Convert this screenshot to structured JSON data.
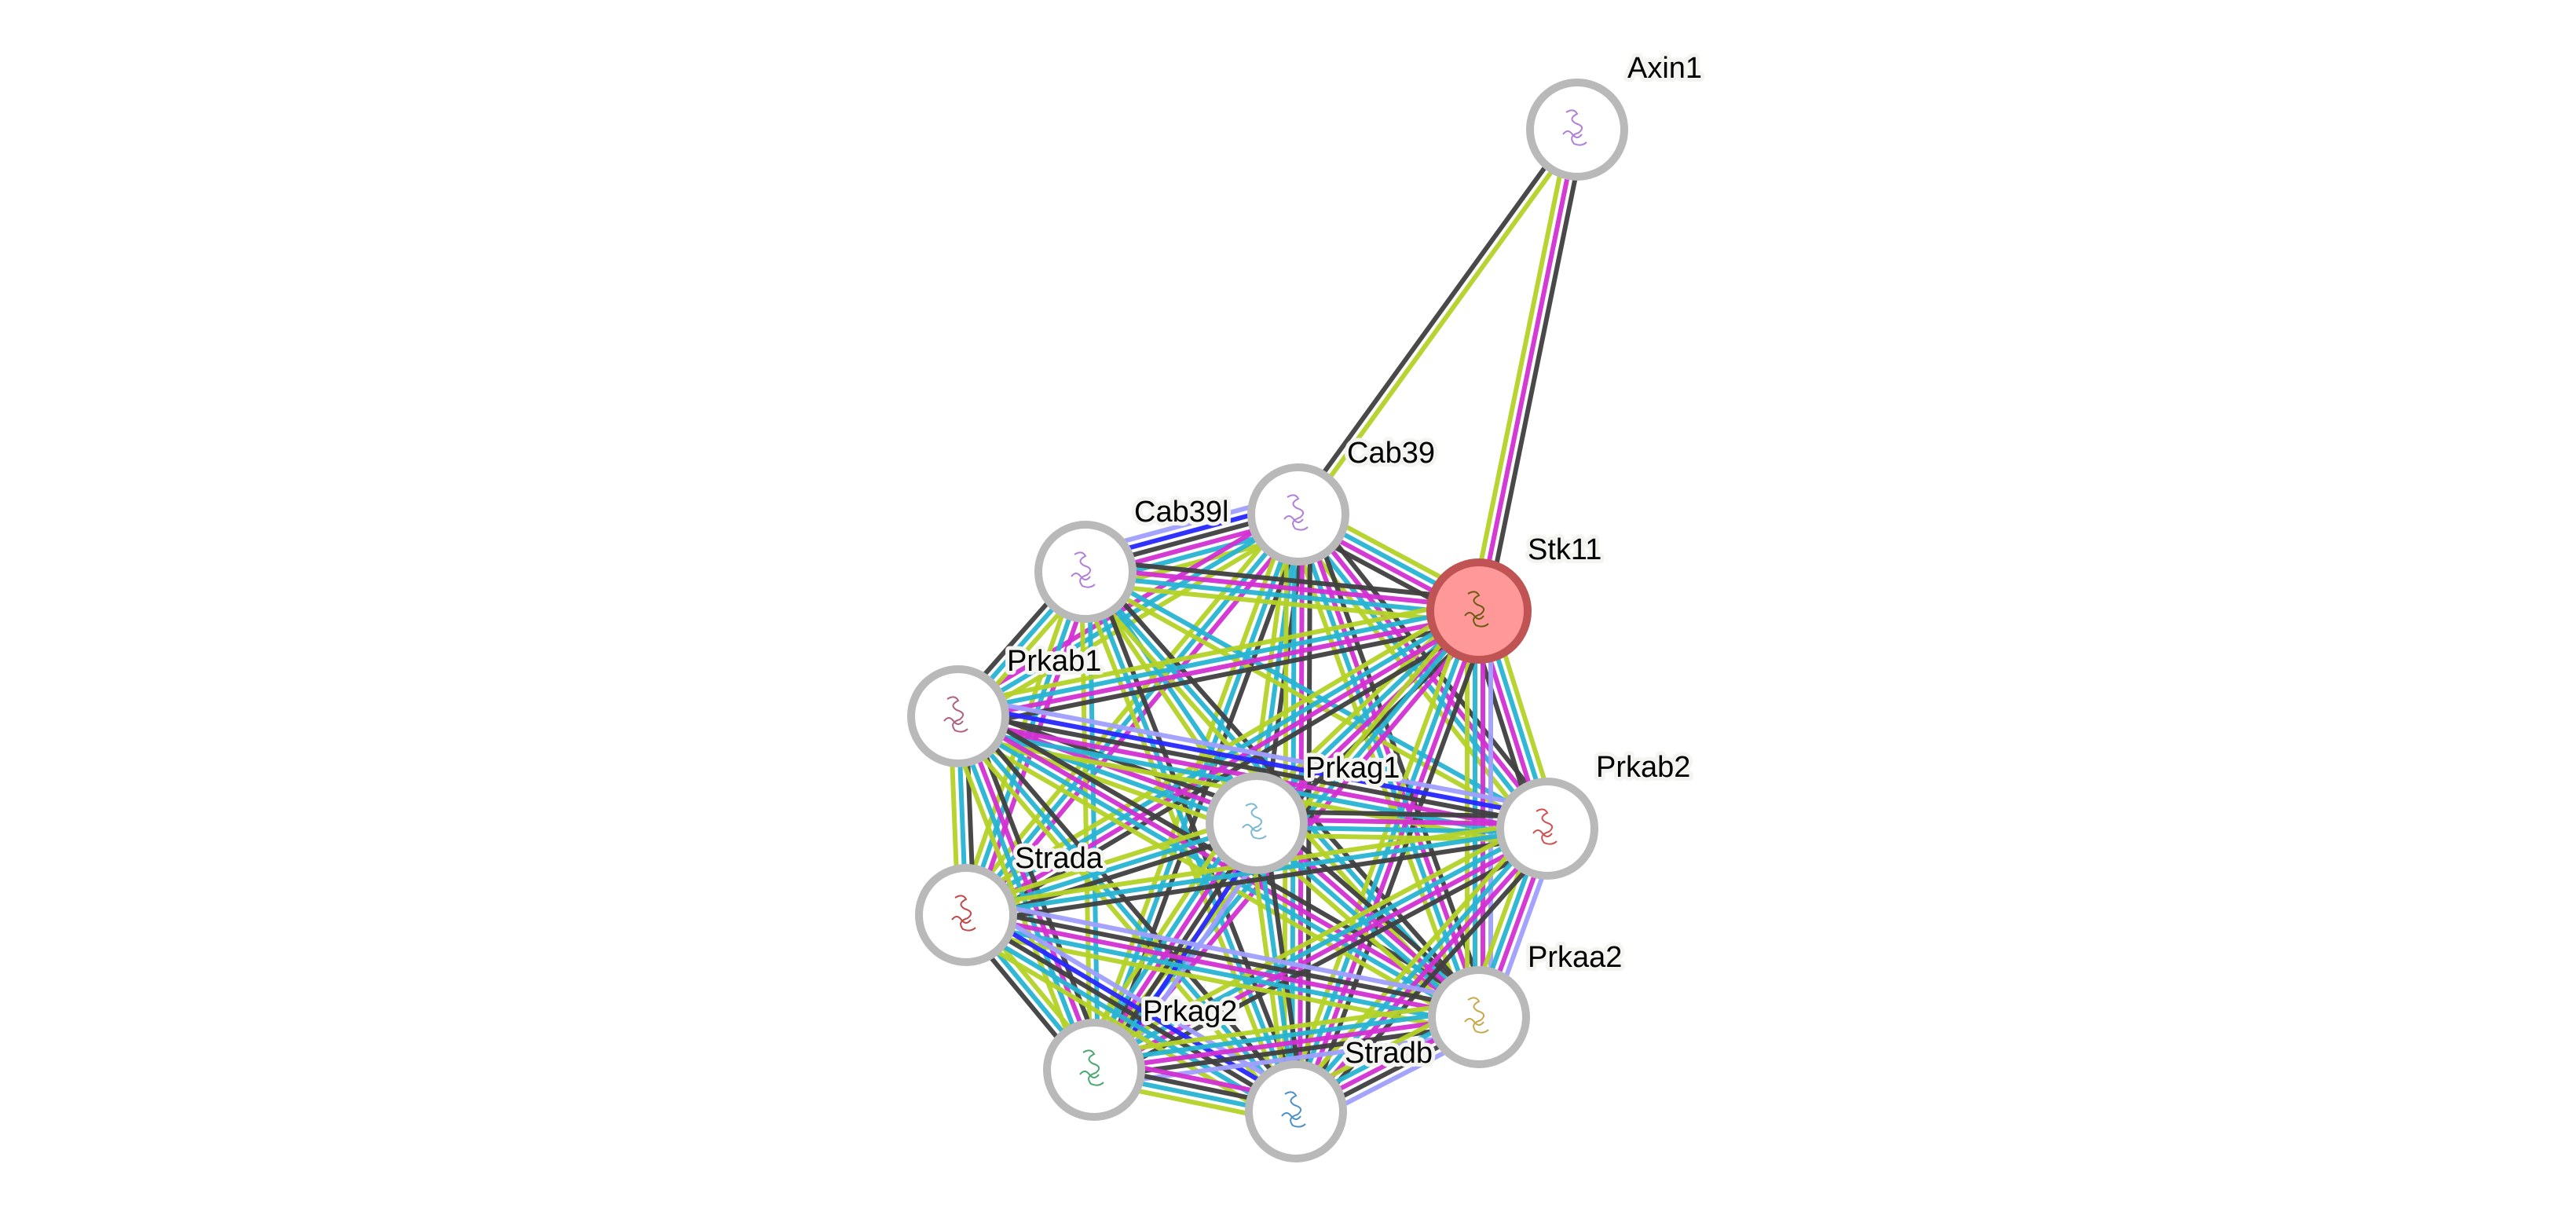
{
  "network": {
    "type": "protein-interaction-network",
    "evidence_colors": {
      "textmining": "#b4d228",
      "coexpression": "#404040",
      "experiments": "#d230d2",
      "databases": "#28b4d2",
      "homology": "#a0a0ff",
      "cooccurrence": "#2828ff"
    },
    "node_style": {
      "ring_color": "#b9b9b9",
      "query_fill": "#ff9999",
      "query_ring": "#c05454"
    },
    "nodes": [
      {
        "id": "Axin1",
        "label": "Axin1",
        "query": false,
        "structure_color": "#b07fd8"
      },
      {
        "id": "Cab39",
        "label": "Cab39",
        "query": false,
        "structure_color": "#b07fd8"
      },
      {
        "id": "Cab39l",
        "label": "Cab39l",
        "query": false,
        "structure_color": "#b07fd8"
      },
      {
        "id": "Stk11",
        "label": "Stk11",
        "query": true,
        "structure_color": "#6b5a10"
      },
      {
        "id": "Prkab1",
        "label": "Prkab1",
        "query": false,
        "structure_color": "#b06080"
      },
      {
        "id": "Prkag1",
        "label": "Prkag1",
        "query": false,
        "structure_color": "#7ab8d4"
      },
      {
        "id": "Prkab2",
        "label": "Prkab2",
        "query": false,
        "structure_color": "#d05050"
      },
      {
        "id": "Strada",
        "label": "Strada",
        "query": false,
        "structure_color": "#c04848"
      },
      {
        "id": "Prkaa2",
        "label": "Prkaa2",
        "query": false,
        "structure_color": "#c8a84a"
      },
      {
        "id": "Prkag2",
        "label": "Prkag2",
        "query": false,
        "structure_color": "#4aa870"
      },
      {
        "id": "Stradb",
        "label": "Stradb",
        "query": false,
        "structure_color": "#4a90c8"
      }
    ],
    "edges": [
      {
        "source": "Axin1",
        "target": "Cab39",
        "evidence": [
          "textmining",
          "coexpression"
        ]
      },
      {
        "source": "Axin1",
        "target": "Stk11",
        "evidence": [
          "coexpression",
          "experiments",
          "textmining"
        ]
      },
      {
        "source": "Cab39l",
        "target": "Cab39",
        "evidence": [
          "homology",
          "cooccurrence",
          "coexpression",
          "experiments",
          "databases",
          "textmining"
        ]
      },
      {
        "source": "Cab39",
        "target": "Stk11",
        "evidence": [
          "textmining",
          "databases",
          "experiments",
          "coexpression"
        ]
      },
      {
        "source": "Cab39",
        "target": "Prkab1",
        "evidence": [
          "textmining",
          "databases",
          "experiments"
        ]
      },
      {
        "source": "Cab39",
        "target": "Prkag1",
        "evidence": [
          "coexpression",
          "databases",
          "textmining"
        ]
      },
      {
        "source": "Cab39",
        "target": "Prkab2",
        "evidence": [
          "coexpression",
          "experiments",
          "databases",
          "textmining"
        ]
      },
      {
        "source": "Cab39",
        "target": "Strada",
        "evidence": [
          "experiments",
          "databases",
          "textmining"
        ]
      },
      {
        "source": "Cab39",
        "target": "Prkaa2",
        "evidence": [
          "coexpression",
          "experiments",
          "databases",
          "textmining"
        ]
      },
      {
        "source": "Cab39",
        "target": "Prkag2",
        "evidence": [
          "coexpression",
          "databases",
          "textmining"
        ]
      },
      {
        "source": "Cab39",
        "target": "Stradb",
        "evidence": [
          "coexpression",
          "experiments",
          "databases",
          "textmining"
        ]
      },
      {
        "source": "Cab39l",
        "target": "Stk11",
        "evidence": [
          "coexpression",
          "experiments",
          "databases",
          "textmining"
        ]
      },
      {
        "source": "Cab39l",
        "target": "Prkab1",
        "evidence": [
          "textmining",
          "databases",
          "coexpression"
        ]
      },
      {
        "source": "Cab39l",
        "target": "Prkag1",
        "evidence": [
          "databases",
          "textmining"
        ]
      },
      {
        "source": "Cab39l",
        "target": "Prkab2",
        "evidence": [
          "databases",
          "textmining"
        ]
      },
      {
        "source": "Cab39l",
        "target": "Strada",
        "evidence": [
          "experiments",
          "databases",
          "textmining"
        ]
      },
      {
        "source": "Cab39l",
        "target": "Prkaa2",
        "evidence": [
          "coexpression",
          "databases",
          "textmining"
        ]
      },
      {
        "source": "Cab39l",
        "target": "Prkag2",
        "evidence": [
          "databases",
          "textmining"
        ]
      },
      {
        "source": "Cab39l",
        "target": "Stradb",
        "evidence": [
          "coexpression",
          "databases",
          "textmining"
        ]
      },
      {
        "source": "Stk11",
        "target": "Prkab1",
        "evidence": [
          "coexpression",
          "experiments",
          "databases",
          "textmining"
        ]
      },
      {
        "source": "Stk11",
        "target": "Prkag1",
        "evidence": [
          "coexpression",
          "experiments",
          "databases",
          "textmining"
        ]
      },
      {
        "source": "Stk11",
        "target": "Prkab2",
        "evidence": [
          "textmining",
          "databases",
          "experiments",
          "coexpression"
        ]
      },
      {
        "source": "Stk11",
        "target": "Strada",
        "evidence": [
          "coexpression",
          "experiments",
          "databases",
          "textmining"
        ]
      },
      {
        "source": "Stk11",
        "target": "Prkaa2",
        "evidence": [
          "homology",
          "experiments",
          "databases",
          "textmining"
        ]
      },
      {
        "source": "Stk11",
        "target": "Prkag2",
        "evidence": [
          "experiments",
          "databases",
          "textmining"
        ]
      },
      {
        "source": "Stk11",
        "target": "Stradb",
        "evidence": [
          "coexpression",
          "experiments",
          "databases",
          "textmining"
        ]
      },
      {
        "source": "Prkab1",
        "target": "Prkag1",
        "evidence": [
          "coexpression",
          "experiments",
          "databases",
          "textmining"
        ]
      },
      {
        "source": "Prkab1",
        "target": "Prkab2",
        "evidence": [
          "homology",
          "cooccurrence",
          "coexpression",
          "experiments",
          "databases",
          "textmining"
        ]
      },
      {
        "source": "Prkab1",
        "target": "Strada",
        "evidence": [
          "coexpression",
          "databases",
          "textmining"
        ]
      },
      {
        "source": "Prkab1",
        "target": "Prkaa2",
        "evidence": [
          "coexpression",
          "experiments",
          "databases",
          "textmining"
        ]
      },
      {
        "source": "Prkab1",
        "target": "Prkag2",
        "evidence": [
          "coexpression",
          "experiments",
          "databases",
          "textmining"
        ]
      },
      {
        "source": "Prkab1",
        "target": "Stradb",
        "evidence": [
          "coexpression",
          "databases",
          "textmining"
        ]
      },
      {
        "source": "Prkag1",
        "target": "Prkab2",
        "evidence": [
          "coexpression",
          "experiments",
          "databases",
          "textmining"
        ]
      },
      {
        "source": "Prkag1",
        "target": "Strada",
        "evidence": [
          "coexpression",
          "databases",
          "textmining"
        ]
      },
      {
        "source": "Prkag1",
        "target": "Prkaa2",
        "evidence": [
          "coexpression",
          "experiments",
          "databases",
          "textmining"
        ]
      },
      {
        "source": "Prkag1",
        "target": "Prkag2",
        "evidence": [
          "homology",
          "cooccurrence",
          "coexpression",
          "experiments",
          "databases",
          "textmining"
        ]
      },
      {
        "source": "Prkag1",
        "target": "Stradb",
        "evidence": [
          "coexpression",
          "databases",
          "textmining"
        ]
      },
      {
        "source": "Prkab2",
        "target": "Strada",
        "evidence": [
          "coexpression",
          "databases",
          "textmining"
        ]
      },
      {
        "source": "Prkab2",
        "target": "Prkaa2",
        "evidence": [
          "homology",
          "experiments",
          "databases",
          "textmining"
        ]
      },
      {
        "source": "Prkab2",
        "target": "Prkag2",
        "evidence": [
          "coexpression",
          "experiments",
          "databases",
          "textmining"
        ]
      },
      {
        "source": "Prkab2",
        "target": "Stradb",
        "evidence": [
          "coexpression",
          "experiments",
          "databases",
          "textmining"
        ]
      },
      {
        "source": "Strada",
        "target": "Prkaa2",
        "evidence": [
          "homology",
          "coexpression",
          "experiments",
          "databases",
          "textmining"
        ]
      },
      {
        "source": "Strada",
        "target": "Prkag2",
        "evidence": [
          "textmining",
          "databases",
          "coexpression"
        ]
      },
      {
        "source": "Strada",
        "target": "Stradb",
        "evidence": [
          "homology",
          "cooccurrence",
          "coexpression",
          "databases",
          "textmining"
        ]
      },
      {
        "source": "Prkaa2",
        "target": "Prkag2",
        "evidence": [
          "homology",
          "coexpression",
          "experiments",
          "databases",
          "textmining"
        ]
      },
      {
        "source": "Prkaa2",
        "target": "Stradb",
        "evidence": [
          "homology",
          "coexpression",
          "experiments",
          "databases",
          "textmining"
        ]
      },
      {
        "source": "Prkag2",
        "target": "Stradb",
        "evidence": [
          "experiments",
          "coexpression",
          "databases",
          "textmining"
        ]
      }
    ]
  }
}
